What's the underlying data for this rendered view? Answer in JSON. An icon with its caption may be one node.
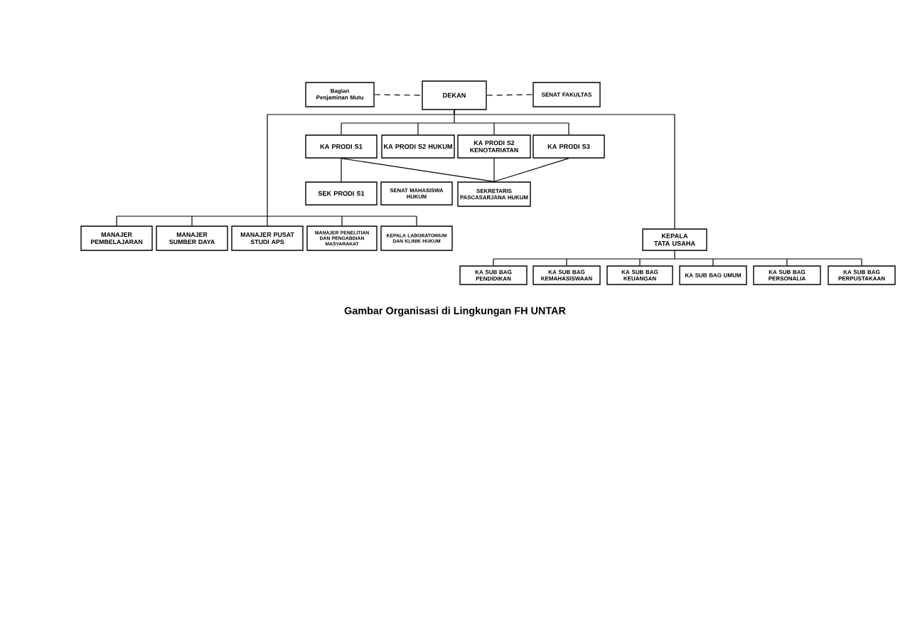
{
  "diagram": {
    "caption": "Gambar Organisasi di Lingkungan FH UNTAR",
    "nodes": [
      {
        "text": [
          "Bagian Penjaminan Mutu"
        ]
      },
      {
        "text": [
          "DEKAN"
        ]
      },
      {
        "text": [
          "SENAT FAKULTAS"
        ]
      },
      {
        "text": [
          "KA PRODI S1"
        ]
      },
      {
        "text": [
          "KA PRODI S2 HUKUM"
        ]
      },
      {
        "text": [
          "KA PRODI S2 KENOTARIATAN"
        ]
      },
      {
        "text": [
          "KA PRODI S3"
        ]
      },
      {
        "text": [
          "SEK PRODI S1"
        ]
      },
      {
        "text": [
          "SENAT MAHASISWA HUKUM"
        ]
      },
      {
        "text": [
          "SEKRETARIS PASCASARJANA HUKUM"
        ]
      },
      {
        "text": [
          "MANAJER PEMBELAJARAN"
        ]
      },
      {
        "text": [
          "MANAJER SUMBER DAYA"
        ]
      },
      {
        "text": [
          "MANAJER PUSAT STUDI APS"
        ]
      },
      {
        "text": [
          "MANAJER PENELITIAN DAN PENGABDIAN MASYARAKAT"
        ]
      },
      {
        "text": [
          "KEPALA LABORATORIUM DAN KLINIK HUKUM"
        ]
      },
      {
        "text": [
          "KEPALA TATA USAHA"
        ]
      },
      {
        "text": [
          "KA SUB BAG PENDIDIKAN"
        ]
      },
      {
        "text": [
          "KA SUB BAG KEMAHASISWAAN"
        ]
      },
      {
        "text": [
          "KA SUB BAG KEUANGAN"
        ]
      },
      {
        "text": [
          "KA SUB BAG UMUM"
        ]
      },
      {
        "text": [
          "KA SUB BAG PERSONALIA"
        ]
      },
      {
        "text": [
          "KA SUB BAG PERPUSTAKAAN"
        ]
      }
    ],
    "edges": [
      {
        "from": 0,
        "to": 1,
        "arrow": "none",
        "style": "dashed"
      },
      {
        "from": 1,
        "to": 2,
        "arrow": "none",
        "style": "dashed"
      },
      {
        "from": 1,
        "to": 3,
        "arrow": "none"
      },
      {
        "from": 1,
        "to": 4,
        "arrow": "none"
      },
      {
        "from": 1,
        "to": 5,
        "arrow": "none"
      },
      {
        "from": 1,
        "to": 6,
        "arrow": "none"
      },
      {
        "from": 3,
        "to": 7,
        "arrow": "none"
      },
      {
        "from": 3,
        "to": 9,
        "arrow": "none"
      },
      {
        "from": 5,
        "to": 9,
        "arrow": "none"
      },
      {
        "from": 6,
        "to": 9,
        "arrow": "none"
      },
      {
        "from": 1,
        "to": 10,
        "arrow": "none"
      },
      {
        "from": 1,
        "to": 11,
        "arrow": "none"
      },
      {
        "from": 1,
        "to": 12,
        "arrow": "none"
      },
      {
        "from": 1,
        "to": 13,
        "arrow": "none"
      },
      {
        "from": 1,
        "to": 14,
        "arrow": "none"
      },
      {
        "from": 1,
        "to": 15,
        "arrow": "none"
      },
      {
        "from": 15,
        "to": 16,
        "arrow": "none"
      },
      {
        "from": 15,
        "to": 17,
        "arrow": "none"
      },
      {
        "from": 15,
        "to": 18,
        "arrow": "none"
      },
      {
        "from": 15,
        "to": 19,
        "arrow": "none"
      },
      {
        "from": 15,
        "to": 20,
        "arrow": "none"
      },
      {
        "from": 15,
        "to": 21,
        "arrow": "none"
      }
    ]
  }
}
